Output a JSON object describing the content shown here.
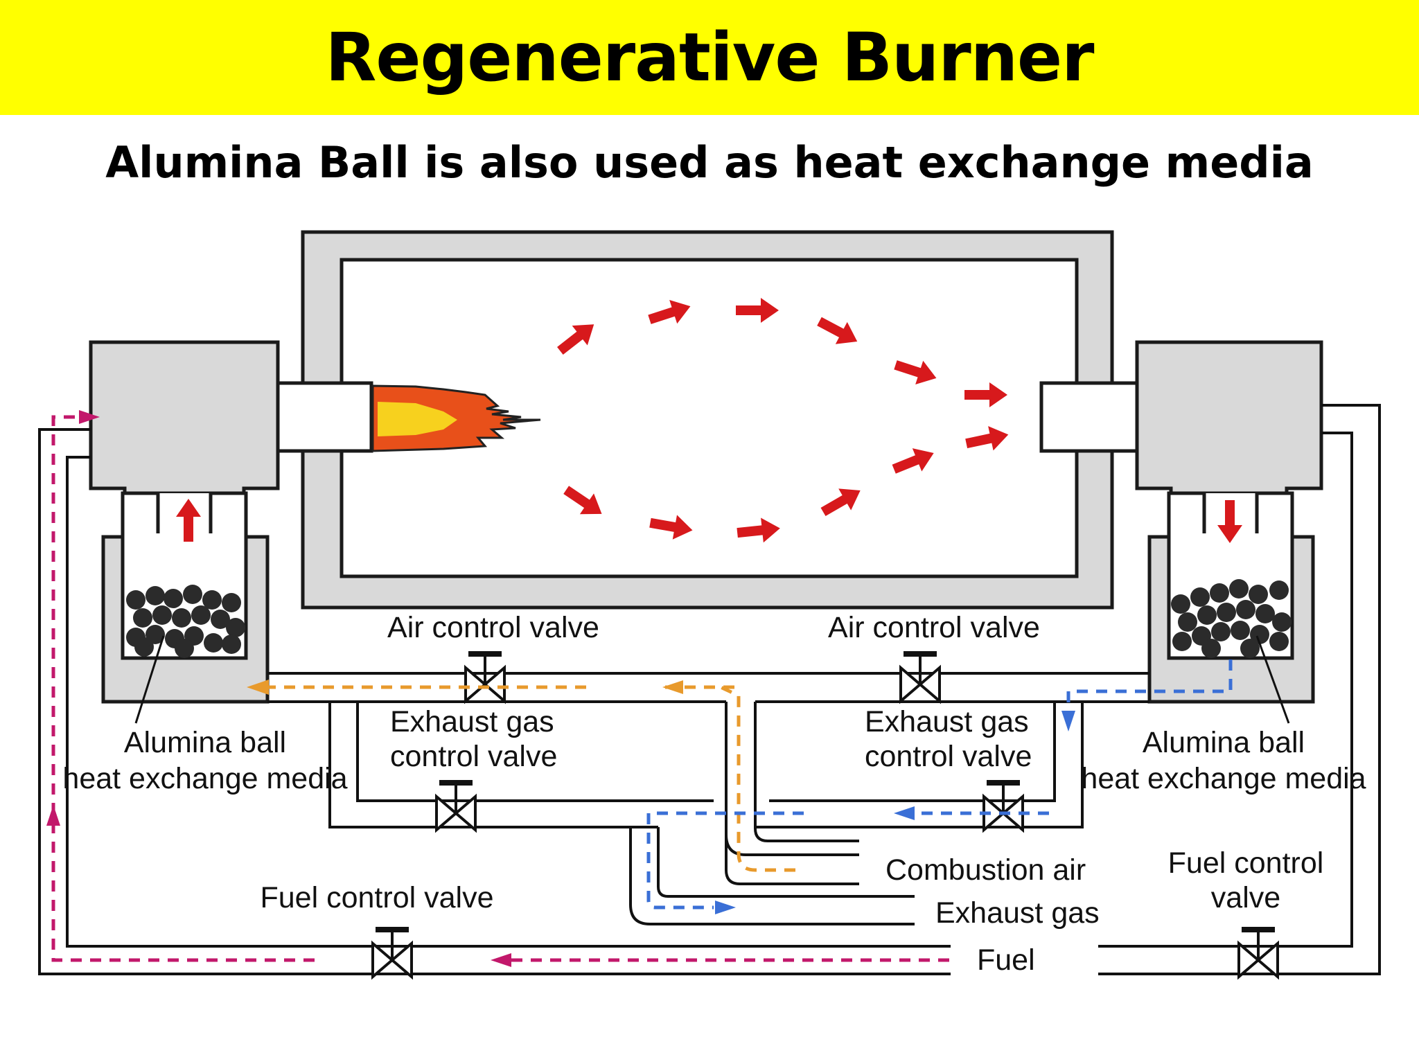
{
  "title": "Regenerative Burner",
  "subtitle": "Alumina Ball is also used as heat exchange media",
  "colors": {
    "title_bg": "#ffff00",
    "furnace_wall": "#d9d9d9",
    "flow_arrow": "#d7191c",
    "flame_outer": "#e8501a",
    "flame_inner": "#f7d11e",
    "combustion_air_flow": "#e89a2c",
    "exhaust_gas_flow": "#3a6fd6",
    "fuel_flow": "#c2186b"
  },
  "labels": {
    "air_control_valve_left": "Air control valve",
    "air_control_valve_right": "Air control valve",
    "exhaust_gas_valve_left_line1": "Exhaust gas",
    "exhaust_gas_valve_left_line2": "control valve",
    "exhaust_gas_valve_right_line1": "Exhaust gas",
    "exhaust_gas_valve_right_line2": "control valve",
    "alumina_left_line1": "Alumina ball",
    "alumina_left_line2": "heat exchange media",
    "alumina_right_line1": "Alumina ball",
    "alumina_right_line2": "heat exchange media",
    "combustion_air": "Combustion air",
    "exhaust_gas": "Exhaust gas",
    "fuel": "Fuel",
    "fuel_control_valve_left": "Fuel control valve",
    "fuel_control_valve_right_line1": "Fuel control",
    "fuel_control_valve_right_line2": "valve"
  }
}
